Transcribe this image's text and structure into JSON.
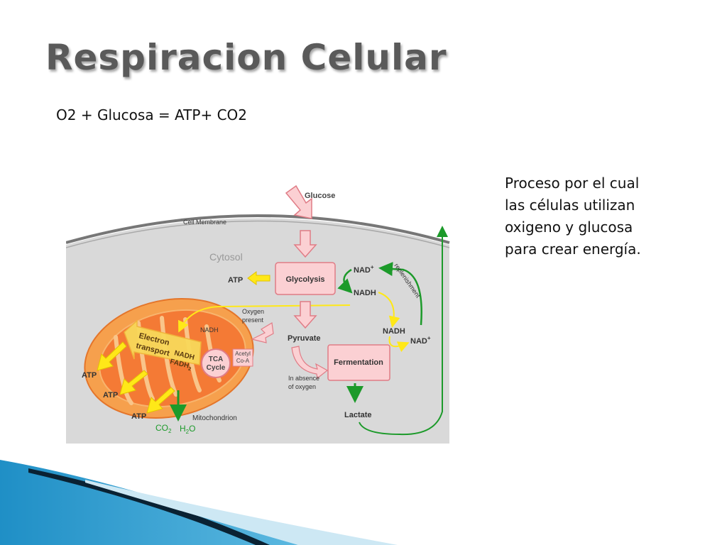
{
  "slide": {
    "title": "Respiracion Celular",
    "equation": "O2 + Glucosa = ATP+ CO2",
    "description_lines": [
      "Proceso por el cual",
      "las células utilizan",
      "oxigeno y glucosa",
      "para crear energía."
    ]
  },
  "diagram": {
    "glucose": "Glucose",
    "cell_membrane": "Cell Membrane",
    "cytosol": "Cytosol",
    "glycolysis": "Glycolysis",
    "atp": "ATP",
    "nad": "NAD",
    "plus": "+",
    "nadh": "NADH",
    "replenishment": "replenishment",
    "oxygen_present": [
      "Oxygen",
      "present"
    ],
    "pyruvate": "Pyruvate",
    "fermentation": "Fermentation",
    "in_absence_of_oxygen": [
      "In absence",
      "of oxygen"
    ],
    "lactate": "Lactate",
    "electron_transport": [
      "Electron",
      "transport"
    ],
    "nadh_fadh2": [
      "NADH",
      "FADH",
      "2"
    ],
    "tca_cycle": [
      "TCA",
      "Cycle"
    ],
    "acetyl_coa": [
      "Acetyl",
      "Co-A"
    ],
    "mitochondrion": "Mitochondrion",
    "co2": [
      "CO",
      "2"
    ],
    "h2o": [
      "H",
      "2",
      "O"
    ]
  },
  "colors": {
    "title": "#5a5a5a",
    "cytosol": "#d9d9d9",
    "box_fill": "#fbd0d3",
    "box_stroke": "#e07c86",
    "mito_outer": "#f6a04d",
    "mito_inner": "#f47a35",
    "green_arrow": "#1c9a2a",
    "yellow_arrow": "#ffe818",
    "decor_blue": "#1f8fc6",
    "decor_dark": "#0a2233"
  }
}
